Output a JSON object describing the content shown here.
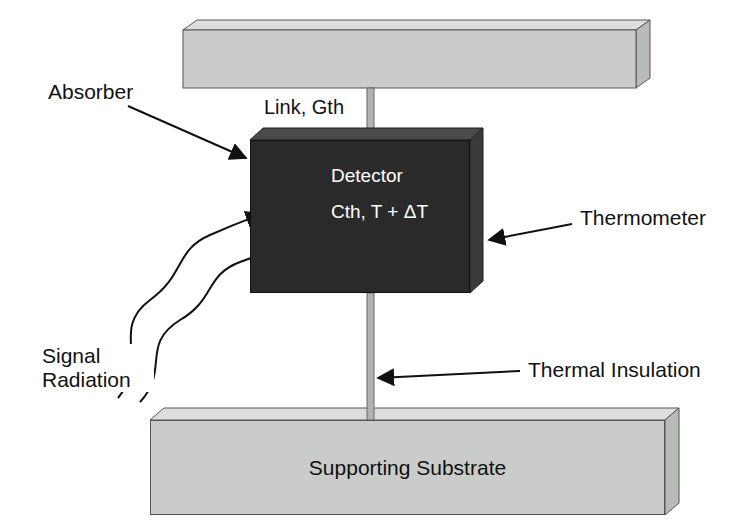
{
  "diagram": {
    "nodes": [
      {
        "text": [
          "Detector",
          "Cth, T + ΔT"
        ]
      },
      {
        "text": [
          "Supporting Substrate"
        ]
      }
    ],
    "edges": [
      {
        "from": 0,
        "to": 1,
        "arrow": "none"
      }
    ],
    "labels": [
      "Absorber",
      "Link, Gth",
      "Thermometer",
      "Signal Radiation",
      "Thermal Insulation"
    ]
  }
}
